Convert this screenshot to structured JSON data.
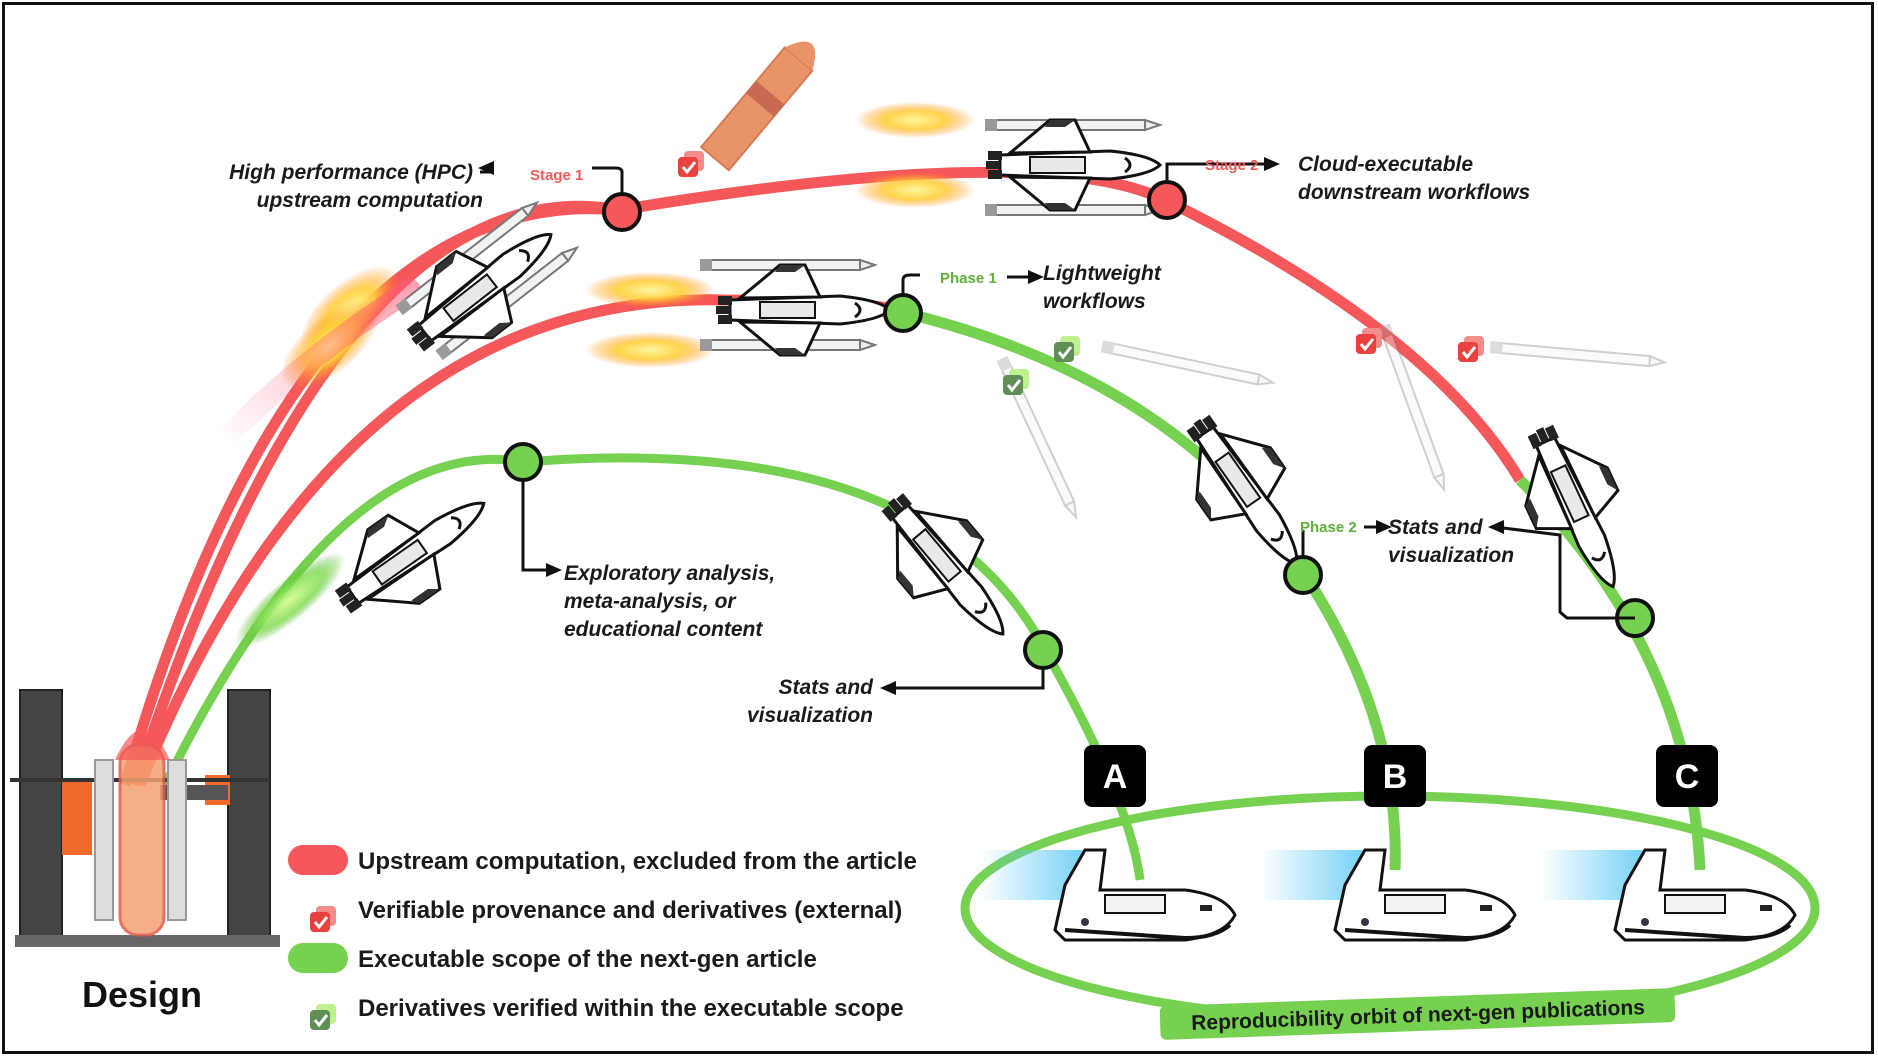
{
  "stages": {
    "stage1": {
      "tag": "Stage 1",
      "label_line1": "High performance (HPC)",
      "label_line2": "upstream computation"
    },
    "stage2": {
      "tag": "Stage 2",
      "label_line1": "Cloud-executable",
      "label_line2": "downstream workflows"
    }
  },
  "phases": {
    "phase1": {
      "tag": "Phase 1",
      "label_line1": "Lightweight",
      "label_line2": "workflows"
    },
    "phase2": {
      "tag": "Phase 2",
      "label_line1": "Stats and",
      "label_line2": "visualization"
    }
  },
  "annotations": {
    "exploratory": {
      "line1": "Exploratory analysis,",
      "line2": "meta-analysis, or",
      "line3": "educational content"
    },
    "stats_a": {
      "line1": "Stats and",
      "line2": "visualization"
    }
  },
  "trajectories": {
    "a": "A",
    "b": "B",
    "c": "C"
  },
  "legend": {
    "upstream": "Upstream computation, excluded from the article",
    "provenance": "Verifiable provenance and derivatives (external)",
    "executable": "Executable scope of the next-gen article",
    "verified": "Derivatives verified within the executable scope"
  },
  "design_label": "Design",
  "orbit_label": "Reproducibility orbit of next-gen publications",
  "colors": {
    "red": "#f4585a",
    "green": "#76d150",
    "dark": "#111111"
  }
}
